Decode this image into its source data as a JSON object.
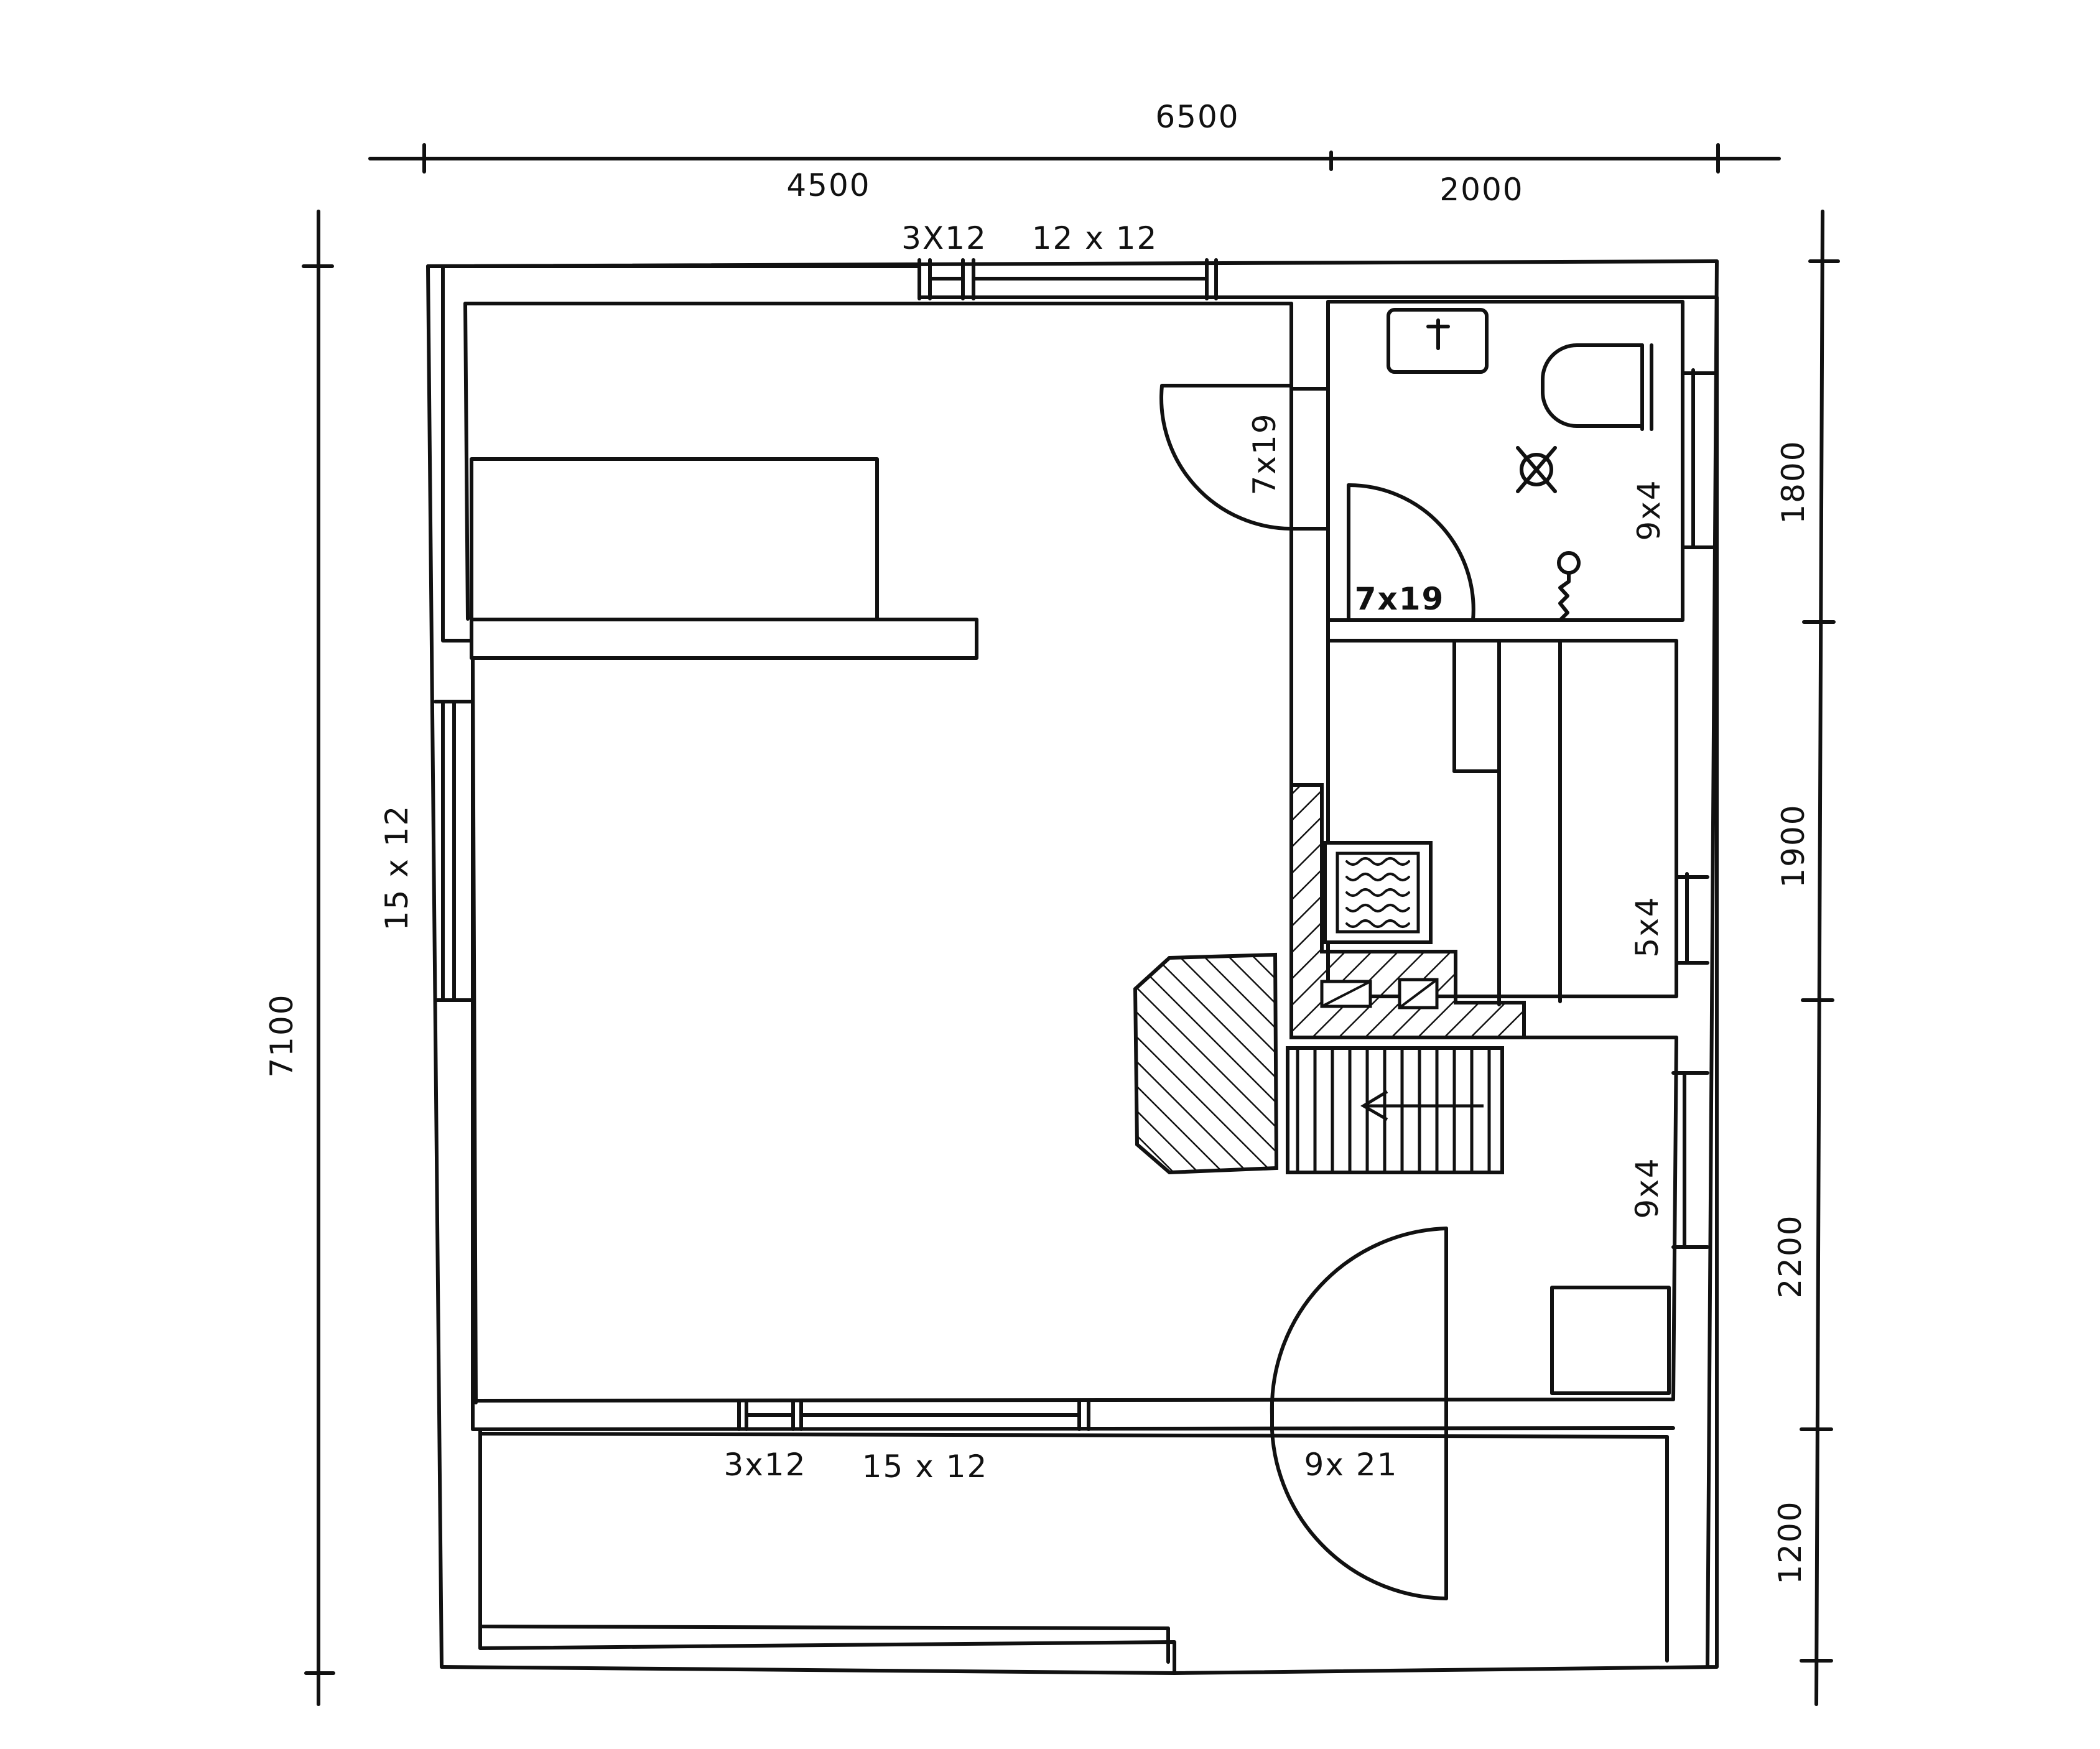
{
  "dimensions": {
    "total_width": "6500",
    "left_width": "4500",
    "right_width": "2000",
    "total_height": "7100",
    "right_1": "1800",
    "right_2": "1900",
    "right_3": "2200",
    "right_4": "1200"
  },
  "openings": {
    "top_window_small": "3X12",
    "top_window_large": "12 x 12",
    "left_window": "15 x 12",
    "bottom_window_small": "3x12",
    "bottom_window_large": "15 x 12",
    "entrance_door": "9x 21",
    "bath_door": "7x19",
    "bath_inner_door": "7x19",
    "bath_window": "9x4",
    "sauna_window": "5x4",
    "hall_window": "9x4"
  },
  "icons": {
    "sink": "sink-icon",
    "toilet": "toilet-icon",
    "drain": "floor-drain-icon",
    "shower": "shower-icon",
    "stove": "sauna-stove-icon",
    "fireplace": "fireplace-icon",
    "stairs": "stairs-icon"
  }
}
